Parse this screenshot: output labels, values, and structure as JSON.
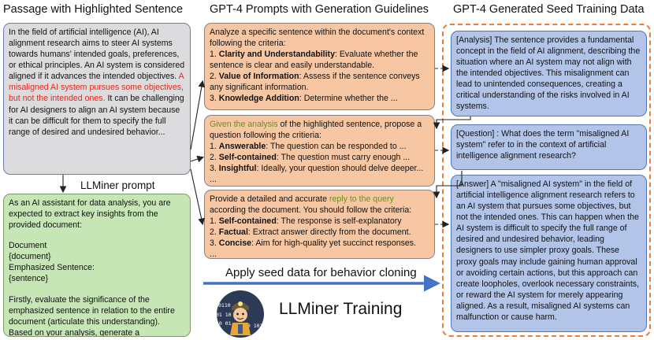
{
  "titles": {
    "passage": "Passage with Highlighted Sentence",
    "prompts": "GPT-4 Prompts with Generation Guidelines",
    "seed": "GPT-4 Generated Seed Training Data"
  },
  "passage": {
    "text_before": "In the field of artificial intelligence (AI), AI alignment research aims to steer AI systems towards humans' intended goals, preferences, or ethical principles. An AI system is considered aligned if it advances the intended objectives.",
    "highlight": "A misaligned AI system pursues some objectives, but not the intended ones.",
    "text_after": "It can be challenging for AI designers to align an AI system because it can be difficult for them to specify the full range of desired and undesired behavior..."
  },
  "llminer_label": "LLMiner prompt",
  "llminer_prompt": {
    "intro": "As an AI assistant for data analysis, you are expected to extract key insights from the provided document:",
    "doc_label": "Document",
    "doc_var": "{document}",
    "sent_label": "Emphasized Sentence:",
    "sent_var": "{sentence}",
    "instruction": "Firstly, evaluate the significance of the emphasized sentence in relation to the entire document (articulate this understanding). Based on your analysis, generate a corresponding question and answer pair."
  },
  "prompt1": {
    "intro": "Analyze a specific sentence within the document's context following the criteria:",
    "items": [
      {
        "num": "1.",
        "bold": "Clarity and Understandability",
        "text": ": Evaluate whether the sentence is clear and easily understandable."
      },
      {
        "num": "2.",
        "bold": "Value of Information",
        "text": ": Assess if the sentence conveys any significant information."
      },
      {
        "num": "3.",
        "bold": "Knowledge Addition",
        "text": ": Determine whether the ..."
      }
    ]
  },
  "prompt2": {
    "highlight": "Given the analysis",
    "intro_rest": " of the highlighted sentence, propose a question following the critieria:",
    "items": [
      {
        "num": "1.",
        "bold": "Answerable",
        "text": ": The question can be responded to ..."
      },
      {
        "num": "2.",
        "bold": "Self-contained",
        "text": ": The question must carry enough ..."
      },
      {
        "num": "3.",
        "bold": "Insightful",
        "text": ": Ideally, your question should delve deeper..."
      }
    ],
    "ellipsis": "..."
  },
  "prompt3": {
    "intro_before": "Provide a detailed and accurate ",
    "highlight": "reply to the query",
    "intro_after": " according the document. You should follow the criteria:",
    "items": [
      {
        "num": "1.",
        "bold": "Self-contained",
        "text": ": The response is self-explanatory"
      },
      {
        "num": "2.",
        "bold": "Factual",
        "text": ": Extract answer directly from the document."
      },
      {
        "num": "3.",
        "bold": "Concise",
        "text": ": Aim for high-quality yet succinct responses."
      }
    ],
    "ellipsis": "..."
  },
  "seed": {
    "analysis": "[Analysis] The sentence provides a fundamental concept in the field of AI alignment, describing the situation where an AI system may not align with the intended objectives. This misalignment can lead to unintended consequences, creating a critical understanding of the risks involved in AI systems.",
    "question_tag": "[Question]",
    "question": " : What does the term \"misaligned AI system\" refer to in the context of artificial intelligence alignment research?",
    "answer": "[Answer] A \"misaligned AI system\" in the field of artificial intelligence alignment research refers to an AI system that pursues some objectives, but not the intended ones. This can happen when the AI system is difficult to specify the full range of desired and undesired behavior, leading designers to use simpler proxy goals. These proxy goals may include gaining human approval or avoiding certain actions, but this approach can create loopholes, overlook necessary constraints, or reward the AI system for merely appearing aligned. As a result, misaligned AI systems can malfunction or cause harm."
  },
  "behavior_label": "Apply seed data for behavior cloning",
  "training_label": "LLMiner Training",
  "mascot_binary": [
    "0110",
    "01 10",
    "10 01",
    "10 101"
  ],
  "colors": {
    "gray_box": "#dcdcde",
    "green_box": "#c6e6b6",
    "orange_box": "#f7c7a4",
    "blue_box": "#b2c5e9",
    "highlight_red": "#e8261b",
    "highlight_olive": "#6b8e23",
    "dash_orange": "#ee7d31",
    "arrow_blue": "#4472c4"
  }
}
